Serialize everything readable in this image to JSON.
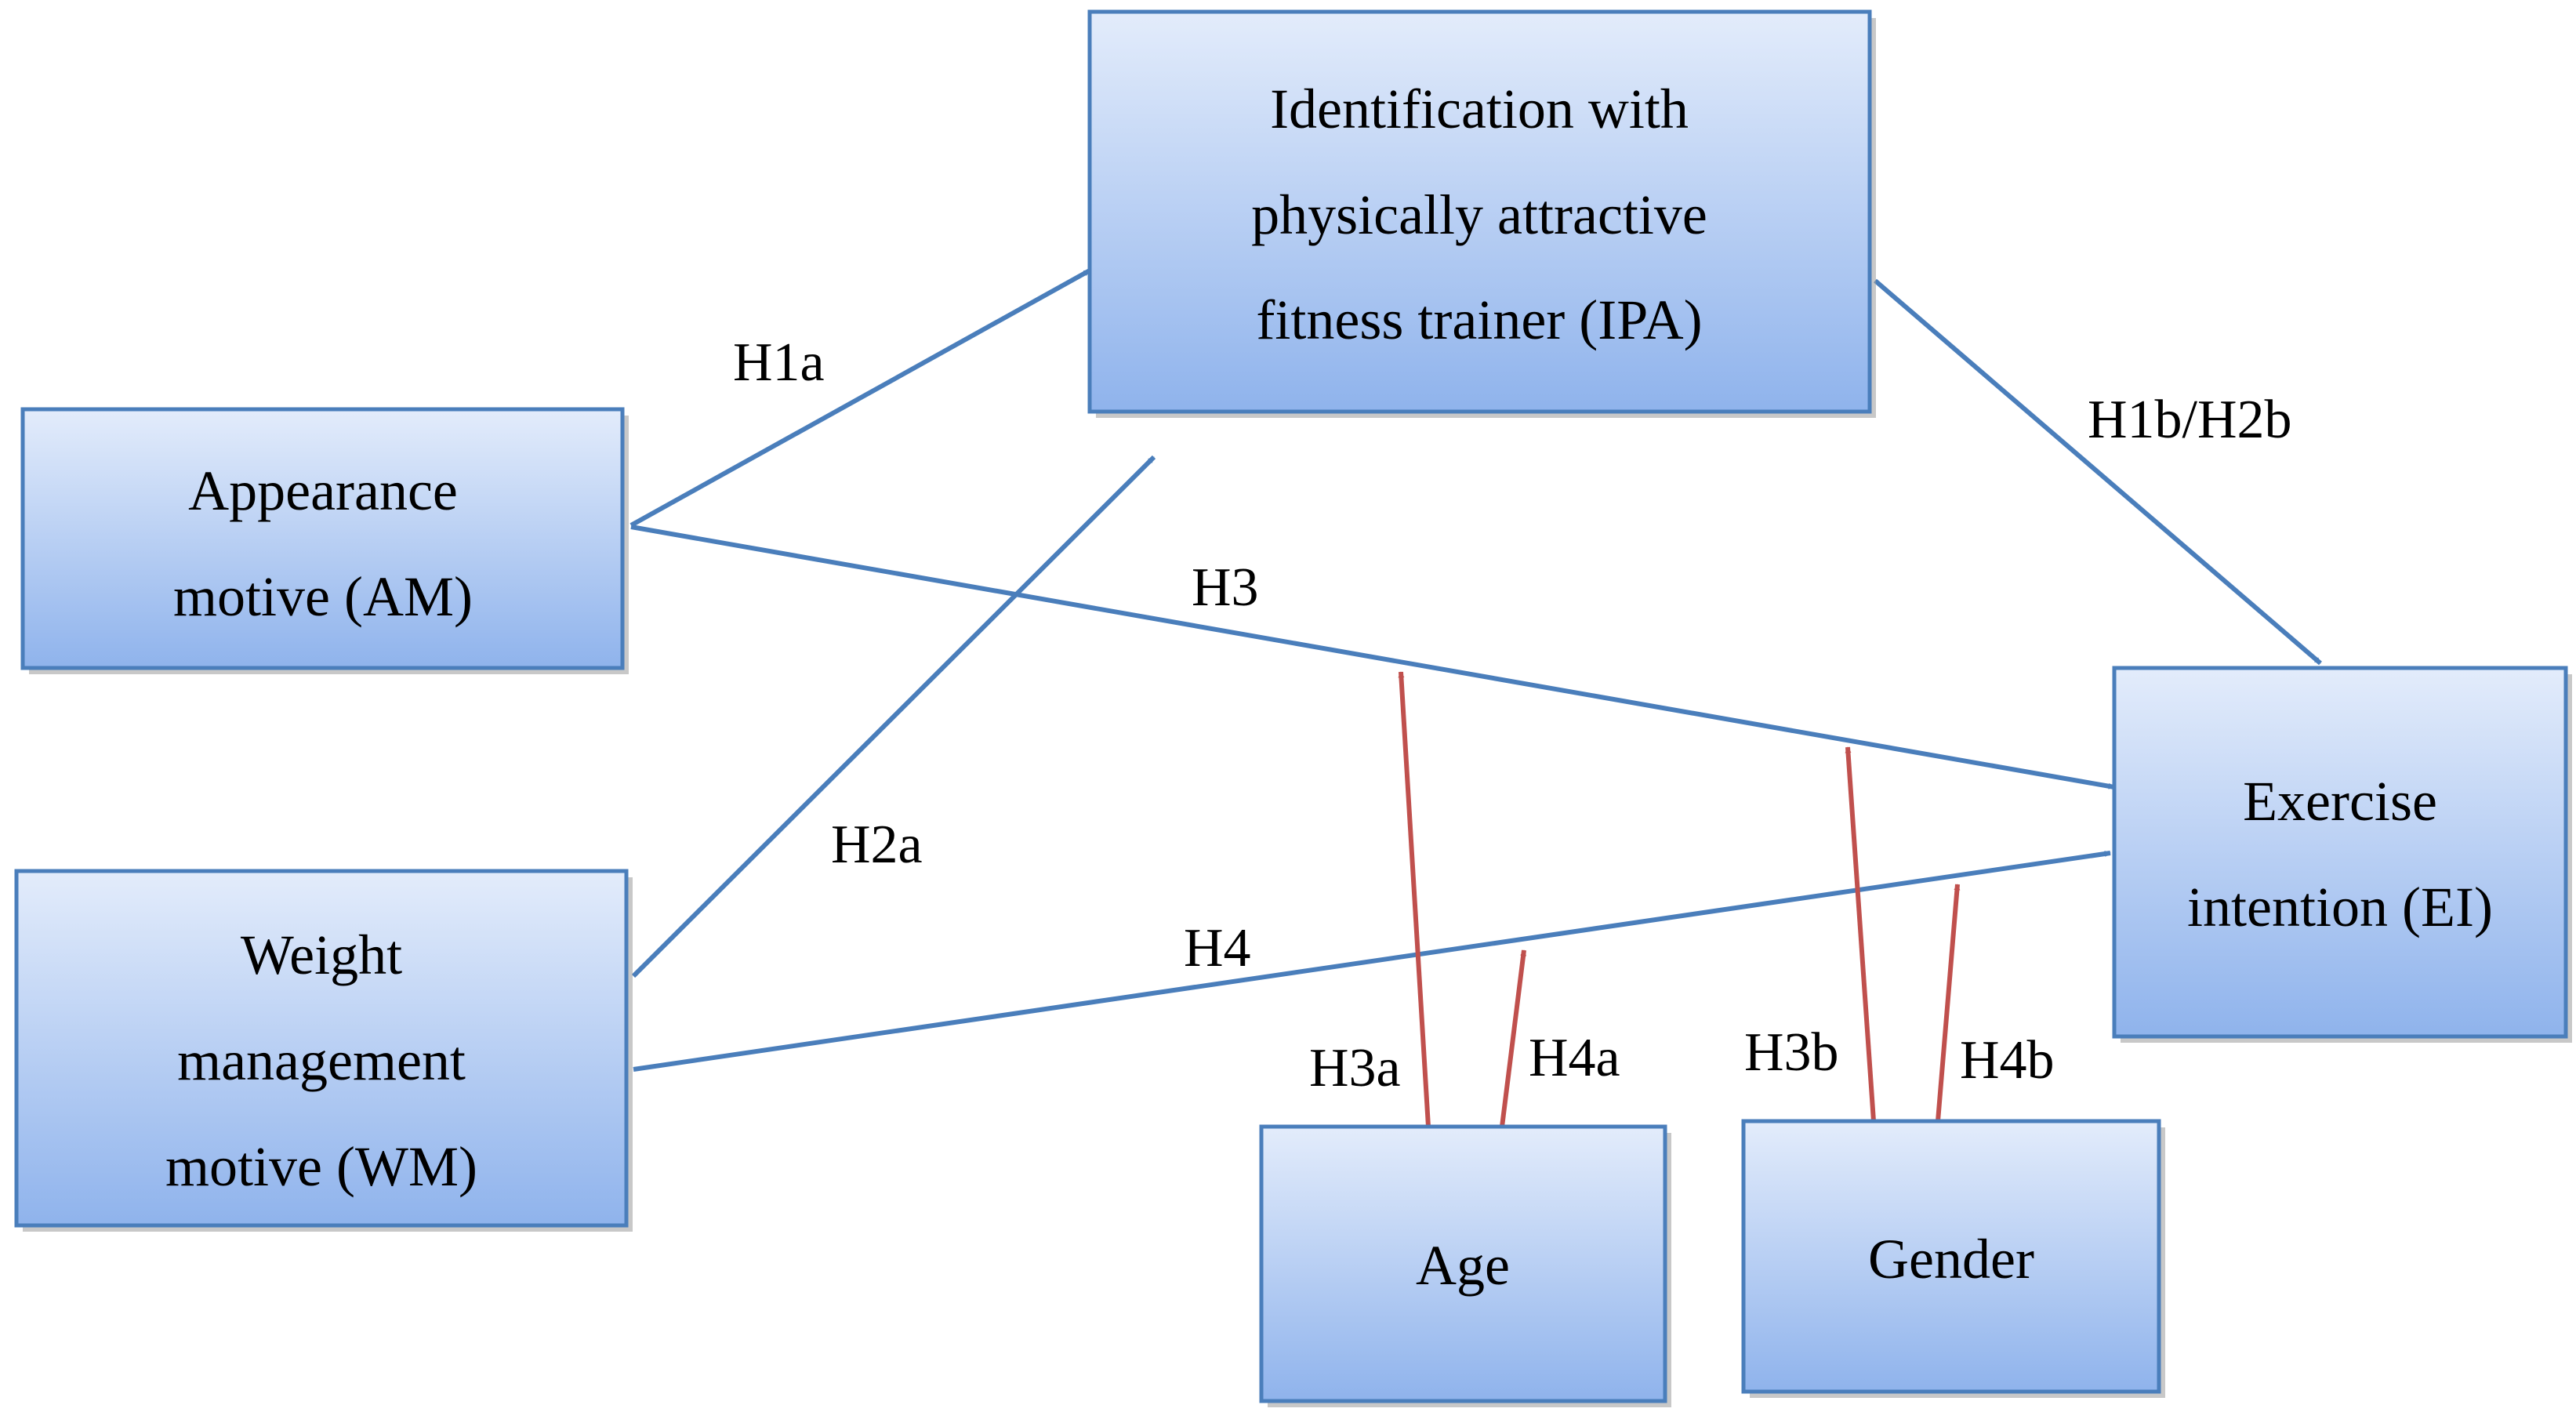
{
  "nodes": {
    "ipa": {
      "lines": [
        "Identification with",
        "physically attractive",
        "fitness trainer (IPA)"
      ]
    },
    "am": {
      "lines": [
        "Appearance",
        "motive (AM)"
      ]
    },
    "wm": {
      "lines": [
        "Weight",
        "management",
        "motive (WM)"
      ]
    },
    "ei": {
      "lines": [
        "Exercise",
        "intention (EI)"
      ]
    },
    "age": {
      "lines": [
        "Age"
      ]
    },
    "gender": {
      "lines": [
        "Gender"
      ]
    }
  },
  "edges": {
    "h1a": "H1a",
    "h1b_h2b": "H1b/H2b",
    "h2a": "H2a",
    "h3": "H3",
    "h4": "H4",
    "h3a": "H3a",
    "h4a": "H4a",
    "h3b": "H3b",
    "h4b": "H4b"
  },
  "colors": {
    "box_border": "#4a7ebb",
    "box_fill_top": "#e3ecfb",
    "box_fill_bottom": "#8fb3ec",
    "path_blue": "#4a7ebb",
    "moderator_red": "#c0504d"
  }
}
